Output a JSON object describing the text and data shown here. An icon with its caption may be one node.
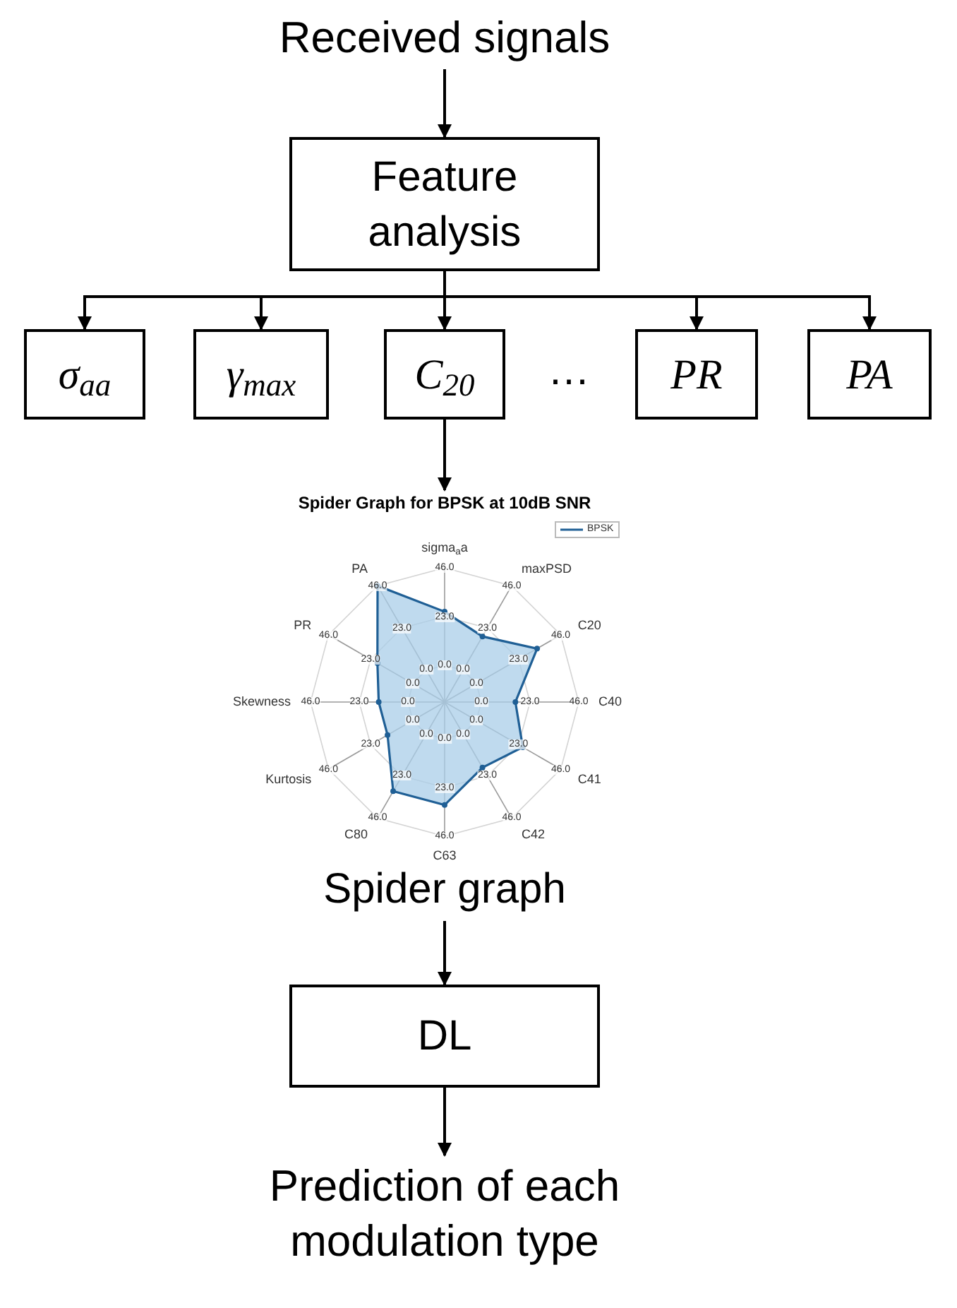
{
  "diagram": {
    "nodes": [
      {
        "text": [
          "Received signals"
        ]
      },
      {
        "text": [
          "Feature analysis"
        ]
      },
      {
        "text": [
          "σ$_{aa}$"
        ]
      },
      {
        "text": [
          "γ$_{max}$"
        ]
      },
      {
        "text": [
          "C$_{20}$"
        ]
      },
      {
        "text": [
          "PR"
        ]
      },
      {
        "text": [
          "PA"
        ]
      },
      {
        "text": [
          "Spider Graph for BPSK at 10dB SNR"
        ],
        "beside": [
          "Spider graph"
        ]
      },
      {
        "text": [
          "DL"
        ]
      },
      {
        "text": [
          "Prediction of each modulation type"
        ]
      }
    ],
    "edges": [
      {
        "from": 0,
        "to": 1,
        "arrow": "to"
      },
      {
        "from": 1,
        "to": 2,
        "arrow": "to"
      },
      {
        "from": 1,
        "to": 3,
        "arrow": "to"
      },
      {
        "from": 1,
        "to": 4,
        "arrow": "to"
      },
      {
        "from": 1,
        "to": 5,
        "arrow": "to"
      },
      {
        "from": 1,
        "to": 6,
        "arrow": "to"
      },
      {
        "from": 4,
        "to": 7,
        "arrow": "to"
      },
      {
        "from": 7,
        "to": 8,
        "arrow": "to"
      },
      {
        "from": 8,
        "to": 9,
        "arrow": "to"
      }
    ],
    "labels": [
      "…",
      "sigma$_{a}$a",
      "maxPSD",
      "C20",
      "C40",
      "C41",
      "C42",
      "C63",
      "C80",
      "Kurtosis",
      "Skewness",
      "PR",
      "PA",
      "0.0",
      "23.0",
      "46.0",
      "0.0",
      "23.0",
      "46.0",
      "0.0",
      "23.0",
      "46.0",
      "0.0",
      "23.0",
      "46.0",
      "0.0",
      "23.0",
      "46.0",
      "0.0",
      "23.0",
      "46.0",
      "0.0",
      "23.0",
      "46.0",
      "0.0",
      "23.0",
      "46.0",
      "0.0",
      "23.0",
      "46.0",
      "0.0",
      "23.0",
      "46.0",
      "0.0",
      "23.0",
      "46.0",
      "0.0",
      "23.0",
      "46.0"
    ],
    "legend": [
      {
        "text": "BPSK"
      }
    ]
  }
}
